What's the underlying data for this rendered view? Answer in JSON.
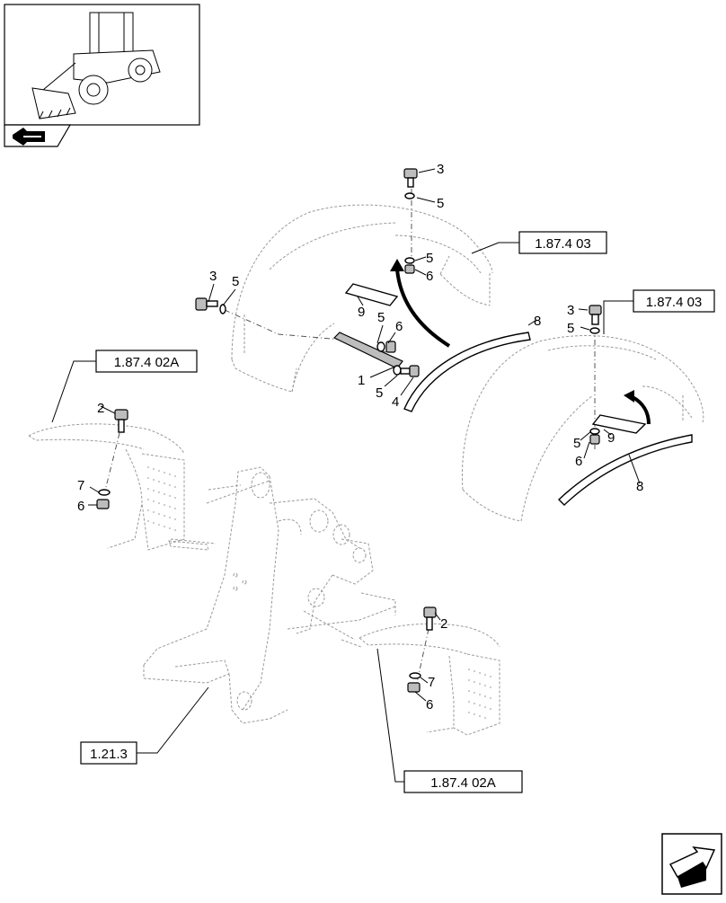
{
  "references": {
    "top_right": "1.87.4 03",
    "right": "1.87.4 03",
    "left": "1.87.4 02A",
    "bottom_mid": "1.87.4 02A",
    "bottom_left": "1.21.3"
  },
  "callouts": {
    "c3a": "3",
    "c5a": "5",
    "c5b": "5",
    "c6a": "6",
    "c3b": "3",
    "c5c": "5",
    "c9a": "9",
    "c5d": "5",
    "c6b": "6",
    "c1": "1",
    "c5e": "5",
    "c4": "4",
    "c8a": "8",
    "c3c": "3",
    "c5f": "5",
    "c5g": "5",
    "c9b": "9",
    "c6c": "6",
    "c8b": "8",
    "c2a": "2",
    "c7a": "7",
    "c6d": "6",
    "c2b": "2",
    "c7b": "7",
    "c6e": "6"
  },
  "icons": {
    "thumbnail": "wheel-loader-thumbnail-icon",
    "nav_badge": "parts-nav-icon",
    "next_page": "next-page-arrow-icon"
  }
}
